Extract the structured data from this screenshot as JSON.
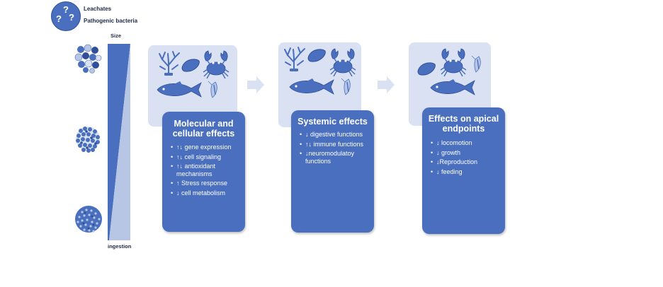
{
  "legend": {
    "leachates": "Leachates",
    "pathogenic_bacteria": "Pathogenic bacteria",
    "question_marks": [
      "?",
      "?",
      "?"
    ]
  },
  "size_axis": {
    "top_label": "Size",
    "bottom_label": "ingestion"
  },
  "boxes": [
    {
      "title_lines": [
        "Molecular and",
        "cellular effects"
      ],
      "items": [
        "↑↓ gene expression",
        "↑↓ cell signaling",
        "↑↓ antioxidant mechanisms",
        "↑ Stress response",
        "↓ cell metabolism"
      ]
    },
    {
      "title_lines": [
        "Systemic effects"
      ],
      "items": [
        "↓ digestive functions",
        "↑↓ immune functions",
        "↓neuromodulatoy functions"
      ]
    },
    {
      "title_lines": [
        "Effects on apical",
        "endpoints"
      ],
      "items": [
        "↓ locomotion",
        "↓ growth",
        "↓Reproduction",
        "↓ feeding"
      ]
    }
  ],
  "colors": {
    "primary": "#4a6fbf",
    "dark": "#2f4f99",
    "panel": "#d9e1f2",
    "light": "#b8c6e6",
    "text": "#1e2a44"
  }
}
